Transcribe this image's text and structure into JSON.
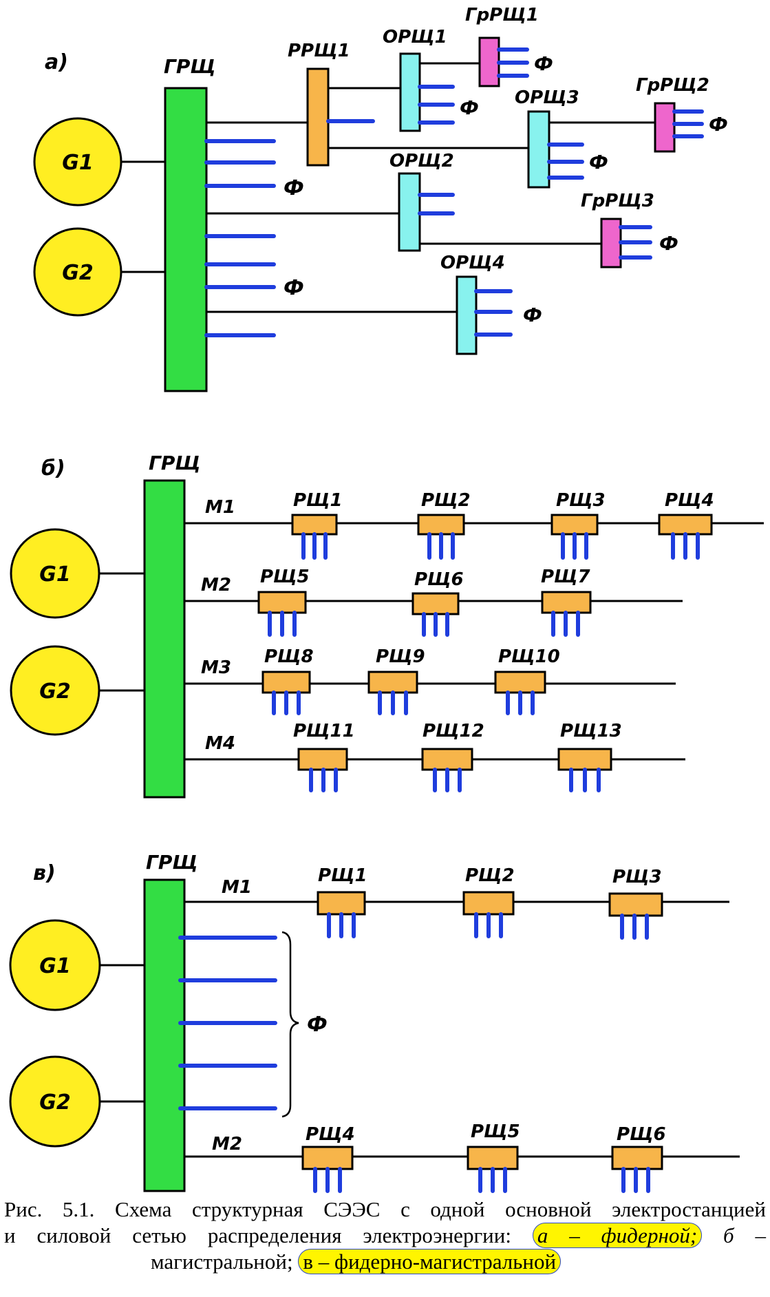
{
  "colors": {
    "generator": "#ffee22",
    "main_board": "#33dd44",
    "distribution_board": "#f7b54a",
    "secondary_board": "#88f2ee",
    "group_board": "#ee66cc",
    "feeder": "#1f3ddd",
    "highlight": "#fff500"
  },
  "panel_a": {
    "letter": "а)",
    "main_board": "ГРЩ",
    "generators": [
      "G1",
      "G2"
    ],
    "feeder_symbol": "Ф",
    "boards": {
      "rrsh1": "РРЩ1",
      "orsh1": "ОРЩ1",
      "orsh2": "ОРЩ2",
      "orsh3": "ОРЩ3",
      "orsh4": "ОРЩ4",
      "grrsh1": "ГрРЩ1",
      "grrsh2": "ГрРЩ2",
      "grrsh3": "ГрРЩ3"
    }
  },
  "panel_b": {
    "letter": "б)",
    "main_board": "ГРЩ",
    "generators": [
      "G1",
      "G2"
    ],
    "mains": [
      "М1",
      "М2",
      "М3",
      "М4"
    ],
    "boards": [
      "РЩ1",
      "РЩ2",
      "РЩ3",
      "РЩ4",
      "РЩ5",
      "РЩ6",
      "РЩ7",
      "РЩ8",
      "РЩ9",
      "РЩ10",
      "РЩ11",
      "РЩ12",
      "РЩ13"
    ]
  },
  "panel_c": {
    "letter": "в)",
    "main_board": "ГРЩ",
    "generators": [
      "G1",
      "G2"
    ],
    "mains": [
      "М1",
      "М2"
    ],
    "feeder_symbol": "Ф",
    "boards": [
      "РЩ1",
      "РЩ2",
      "РЩ3",
      "РЩ4",
      "РЩ5",
      "РЩ6"
    ]
  },
  "caption": {
    "line1": "Рис. 5.1. Схема структурная СЭЭС с одной основной электростанцией",
    "line2_lead": "и силовой сетью распределения электроэнергии:",
    "option_a": "а – фидерной;",
    "option_b": "б –",
    "line3_lead": "магистральной;",
    "option_c": "в – фидерно-магистральной"
  }
}
